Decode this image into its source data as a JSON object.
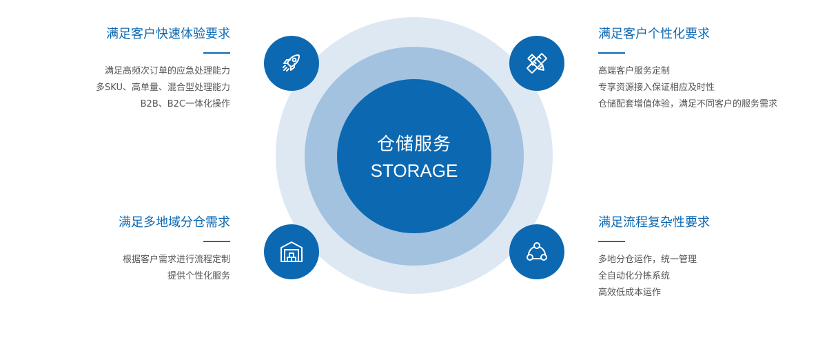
{
  "center": {
    "title": "仓储服务",
    "subtitle": "STORAGE"
  },
  "colors": {
    "primary": "#0c68b1",
    "ring_middle": "#a2c2e0",
    "ring_outer": "#dde8f3",
    "body_text": "#555555"
  },
  "features": {
    "top_left": {
      "icon": "rocket-icon",
      "title": "满足客户快速体验要求",
      "items": [
        "满足高频次订单的应急处理能力",
        "多SKU、高单量、混合型处理能力",
        "B2B、B2C一体化操作"
      ]
    },
    "top_right": {
      "icon": "ruler-pencil-icon",
      "title": "满足客户个性化要求",
      "items": [
        "高端客户服务定制",
        "专享资源接入保证相应及时性",
        "仓储配套增值体验，满足不同客户的服务需求"
      ]
    },
    "bottom_left": {
      "icon": "warehouse-icon",
      "title": "满足多地域分仓需求",
      "items": [
        "根据客户需求进行流程定制",
        "提供个性化服务"
      ]
    },
    "bottom_right": {
      "icon": "network-cycle-icon",
      "title": "满足流程复杂性要求",
      "items": [
        "多地分仓运作，统一管理",
        "全自动化分拣系统",
        "高效低成本运作"
      ]
    }
  }
}
